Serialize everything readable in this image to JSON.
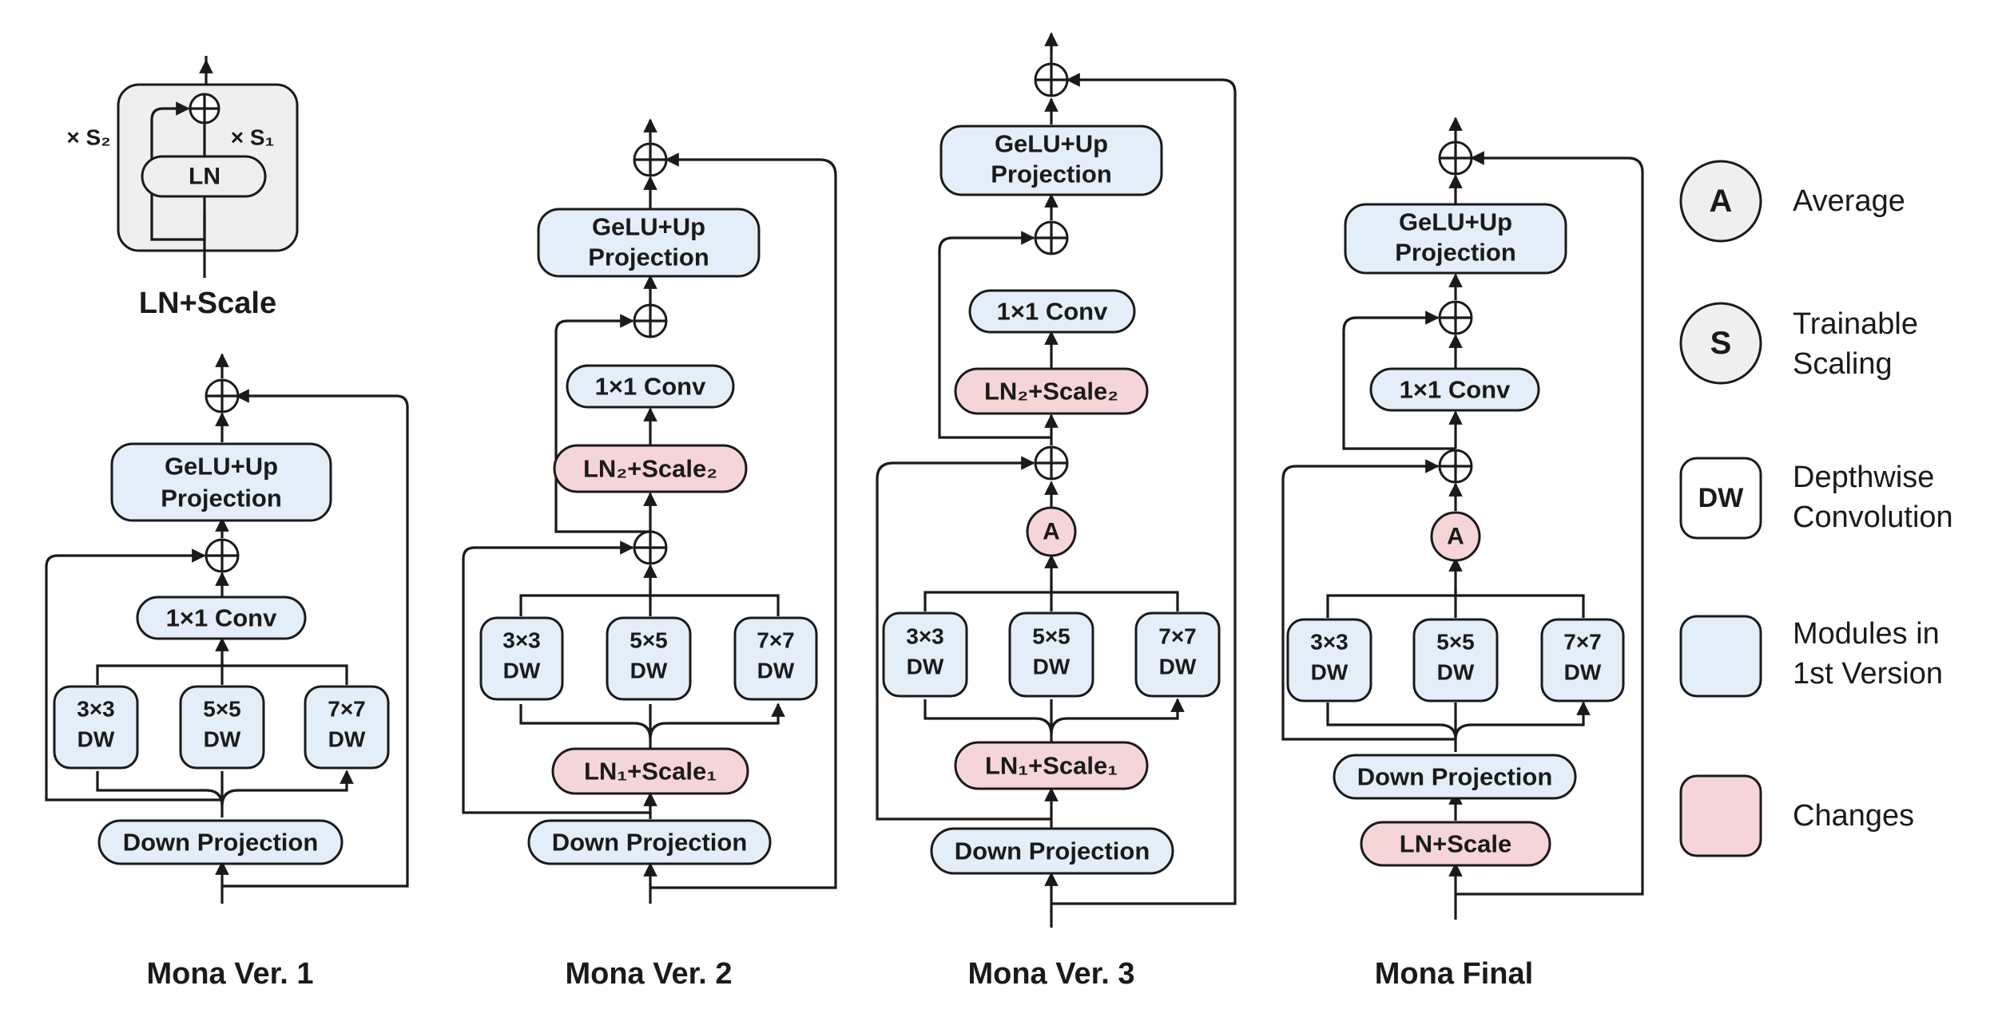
{
  "lnscale": {
    "title": "LN+Scale",
    "inner_label": "LN",
    "s2_label": "× S₂",
    "s1_label": "× S₁"
  },
  "modules": {
    "down_projection": "Down Projection",
    "gelu_line1": "GeLU+Up",
    "gelu_line2": "Projection",
    "conv1x1": "1×1 Conv",
    "dw3_line1": "3×3",
    "dw5_line1": "5×5",
    "dw7_line1": "7×7",
    "dw_line2": "DW",
    "ln1_scale1": "LN₁+Scale₁",
    "ln2_scale2": "LN₂+Scale₂",
    "ln_scale": "LN+Scale",
    "average_symbol": "A"
  },
  "captions": {
    "v1": "Mona Ver. 1",
    "v2": "Mona Ver. 2",
    "v3": "Mona Ver. 3",
    "final": "Mona Final"
  },
  "legend": {
    "average_symbol": "A",
    "average_label": "Average",
    "scaling_symbol": "S",
    "scaling_line1": "Trainable",
    "scaling_line2": "Scaling",
    "dw_symbol": "DW",
    "dw_line1": "Depthwise",
    "dw_line2": "Convolution",
    "modules_line1": "Modules in",
    "modules_line2": "1st Version",
    "changes_label": "Changes"
  },
  "colors": {
    "module_blue": "#e3eef8",
    "change_pink": "#f6d5d9",
    "legend_grey": "#efefef"
  }
}
